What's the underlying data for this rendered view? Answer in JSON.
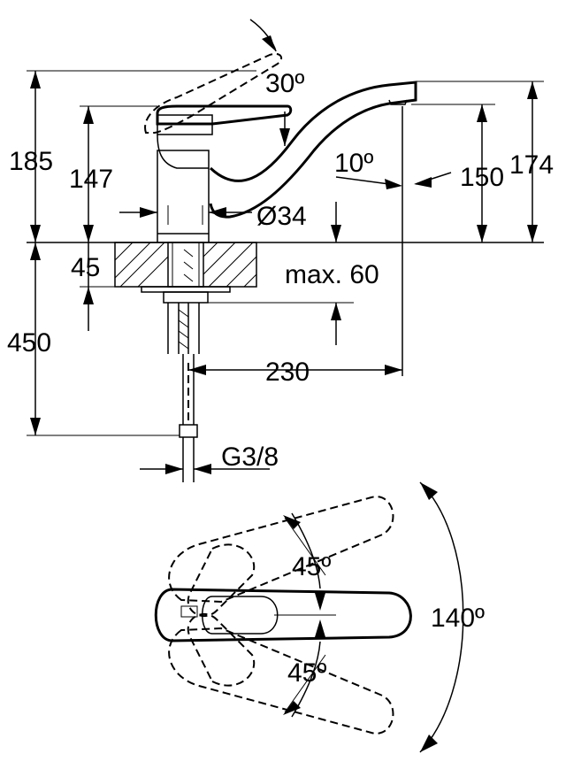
{
  "side_view": {
    "dims": {
      "total_height": "185",
      "lever_height": "147",
      "lever_angle": "30º",
      "spout_angle": "10º",
      "spout_height": "150",
      "overall_height": "174",
      "base_diameter": "Ø34",
      "counter_thickness": "45",
      "max_counter": "max. 60",
      "hose_length": "450",
      "spout_reach": "230",
      "connection": "G3/8"
    }
  },
  "top_view": {
    "dims": {
      "upper_angle": "45º",
      "lower_angle": "45º",
      "total_angle": "140º"
    }
  }
}
